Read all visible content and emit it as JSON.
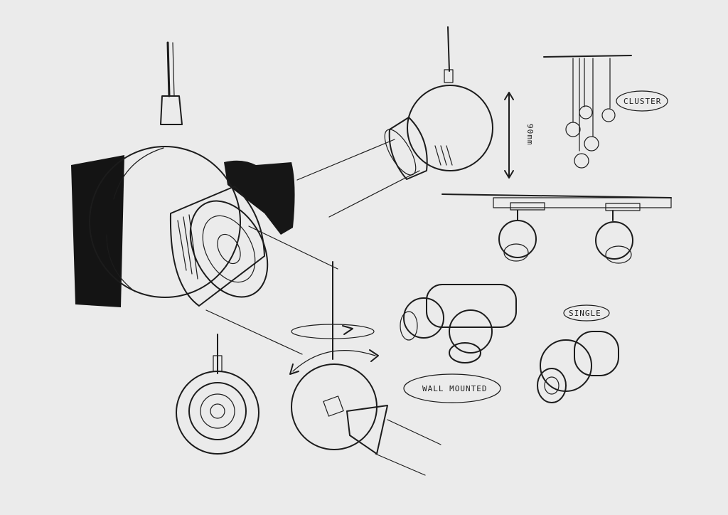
{
  "annotations": {
    "dimension": "90mm",
    "cluster": "CLUSTER",
    "wall_mounted": "WALL MOUNTED",
    "single": "SINGLE"
  },
  "colors": {
    "paper": "#ebebeb",
    "ink": "#1c1c1c",
    "marker_dark": "#141414",
    "shade_mid": "#9a9a9a",
    "shade_light": "#cfcfcf"
  }
}
